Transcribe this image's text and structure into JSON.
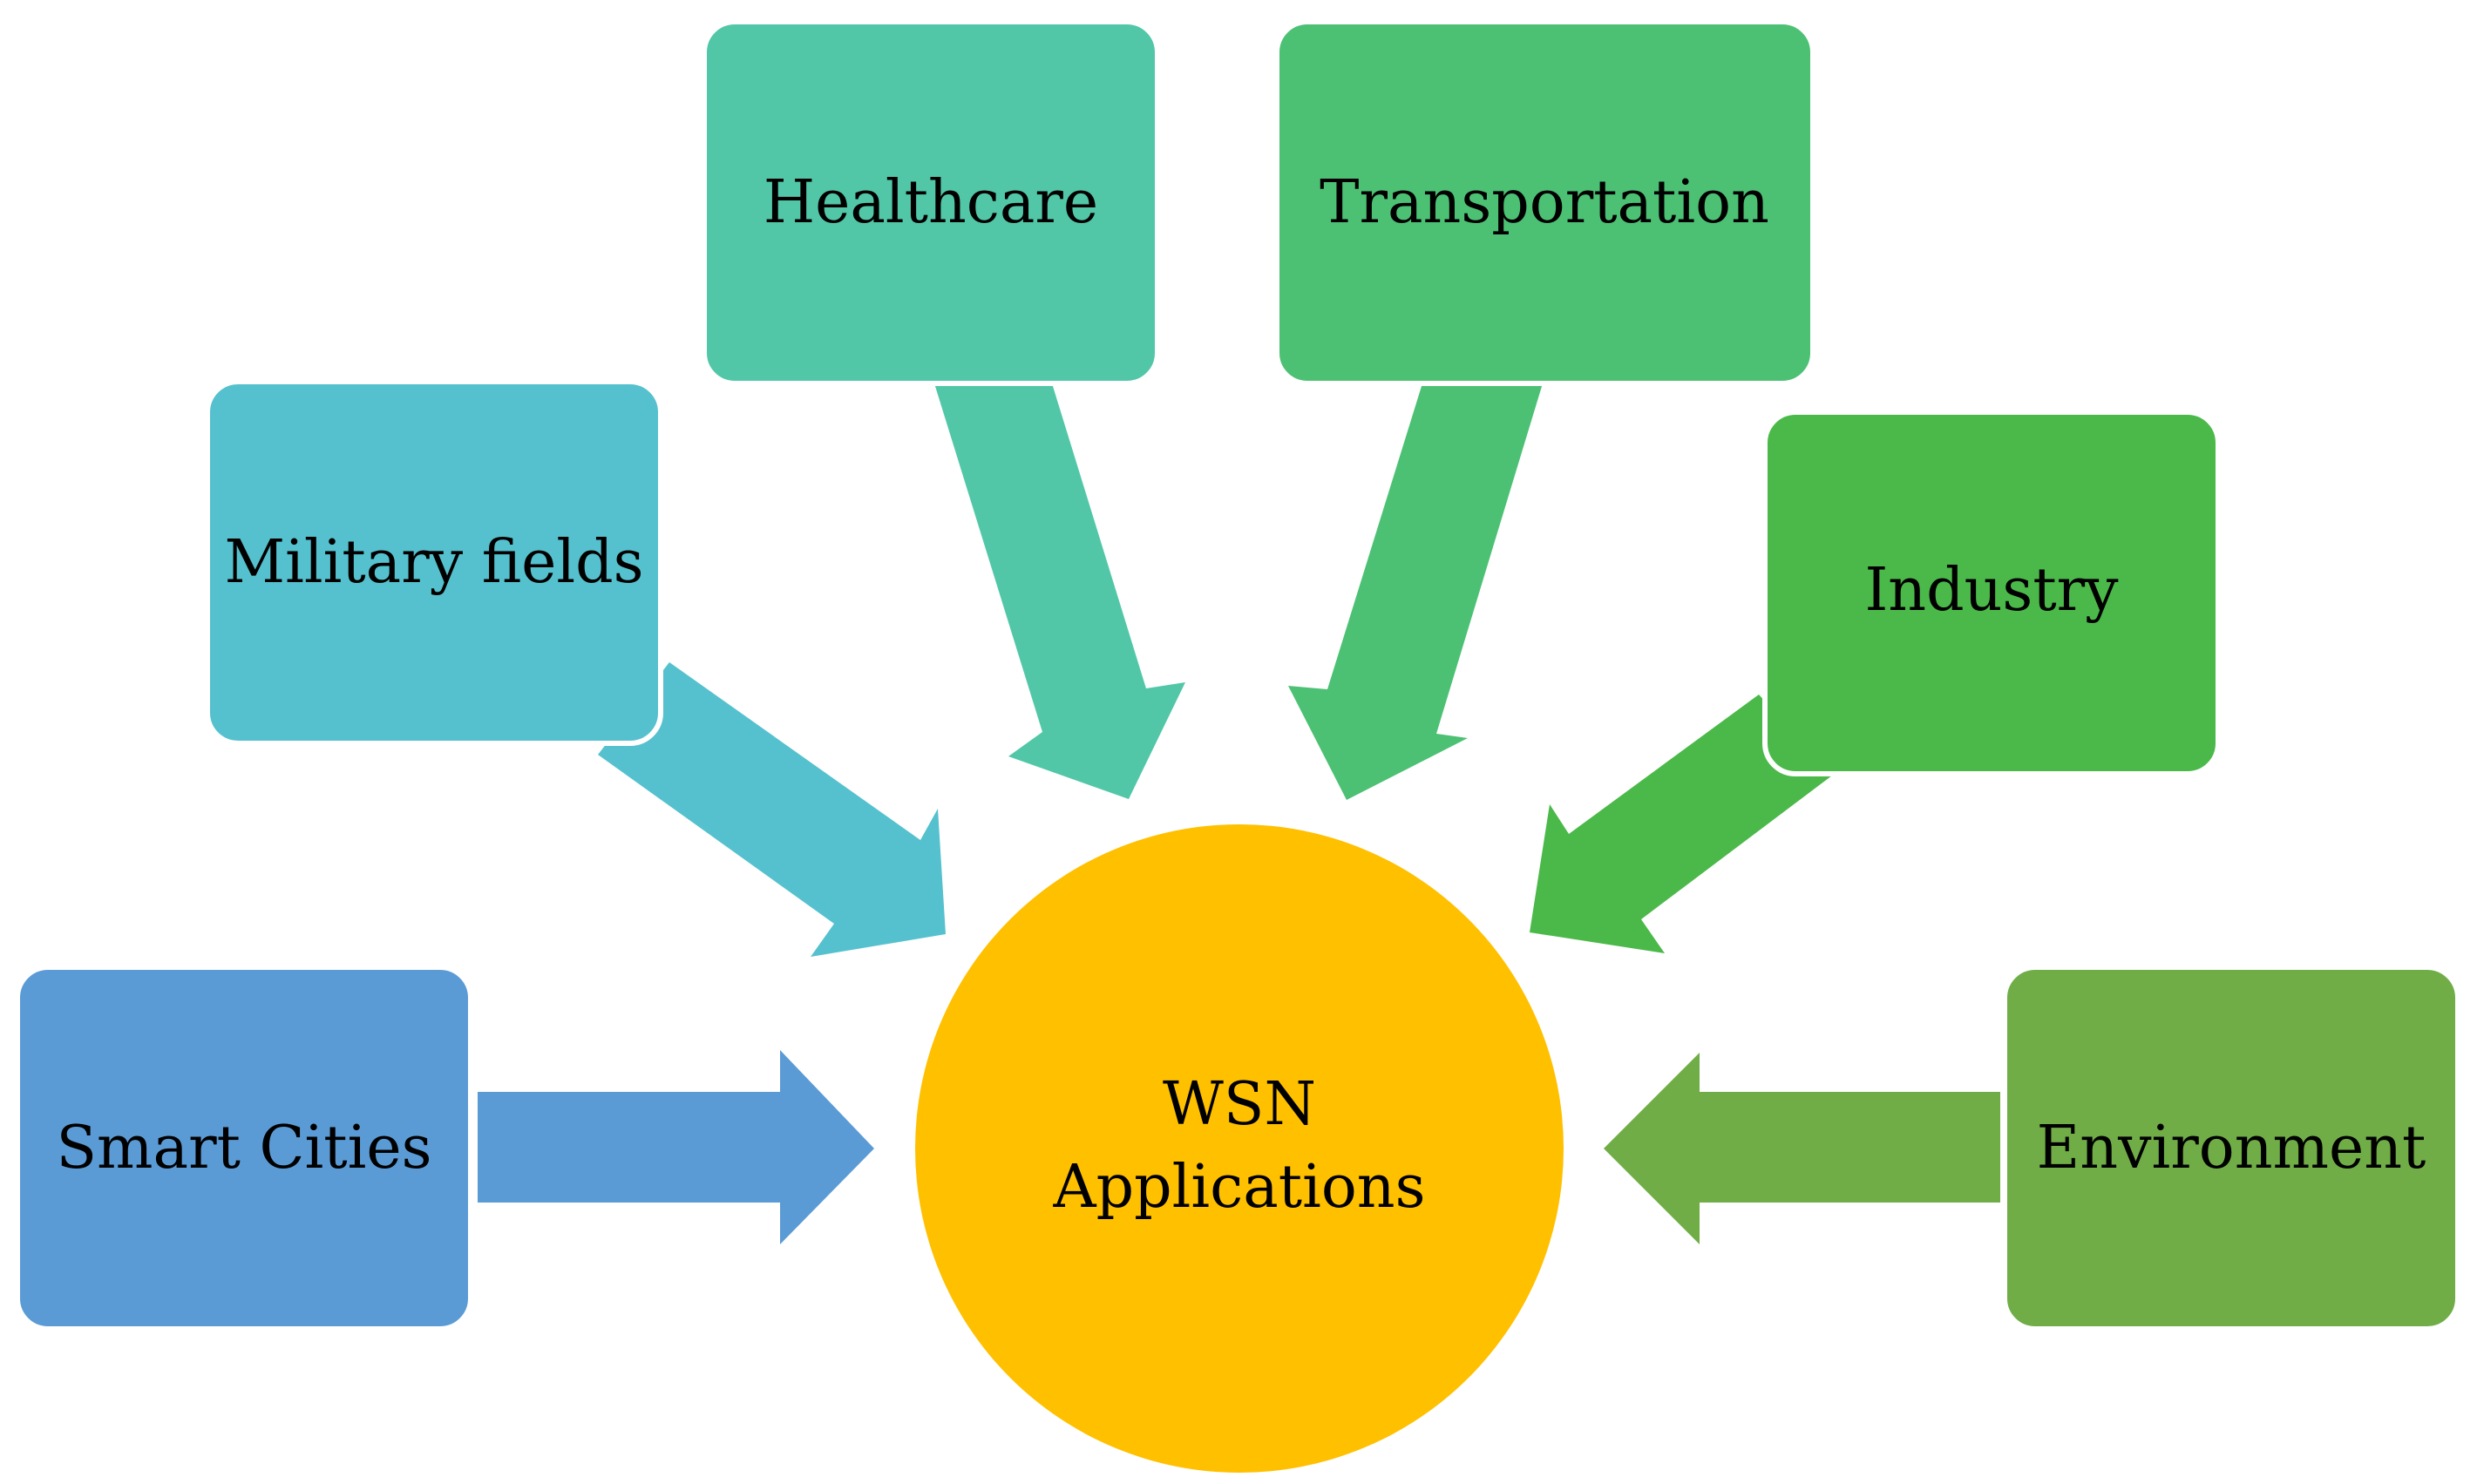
{
  "center": {
    "line1": "WSN",
    "line2": "Applications",
    "color": "#FFC000"
  },
  "nodes": [
    {
      "id": "smart-cities",
      "label": "Smart Cities",
      "color": "#5B9BD5"
    },
    {
      "id": "military-fields",
      "label": "Military fields",
      "color": "#56C1CE"
    },
    {
      "id": "healthcare",
      "label": "Healthcare",
      "color": "#52C7A8"
    },
    {
      "id": "transportation",
      "label": "Transportation",
      "color": "#4CC174"
    },
    {
      "id": "industry",
      "label": "Industry",
      "color": "#4BB949"
    },
    {
      "id": "environment",
      "label": "Environment",
      "color": "#70AD47"
    }
  ]
}
